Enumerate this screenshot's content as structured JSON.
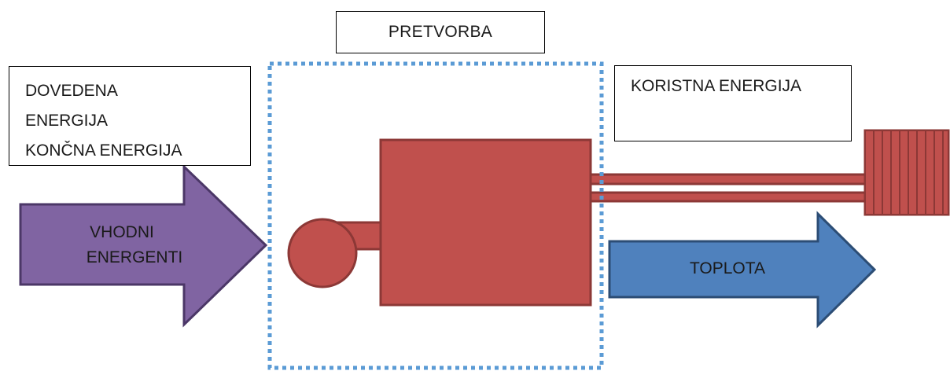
{
  "title_box": {
    "label": "PRETVORBA"
  },
  "input_box": {
    "line1": "DOVEDENA",
    "line2": "ENERGIJA",
    "line3": "KONČNA ENERGIJA"
  },
  "output_box": {
    "label": "KORISTNA ENERGIJA"
  },
  "input_arrow": {
    "line1": "VHODNI",
    "line2": "ENERGENTI",
    "fill": "#8064a2",
    "stroke": "#4b3767"
  },
  "heat_arrow": {
    "label": "TOPLOTA",
    "fill": "#4f81bd",
    "stroke": "#2c4d75"
  },
  "boiler": {
    "fill": "#c0504d",
    "stroke": "#8c3836"
  },
  "conversion_boundary": {
    "color": "#5b9bd5"
  }
}
